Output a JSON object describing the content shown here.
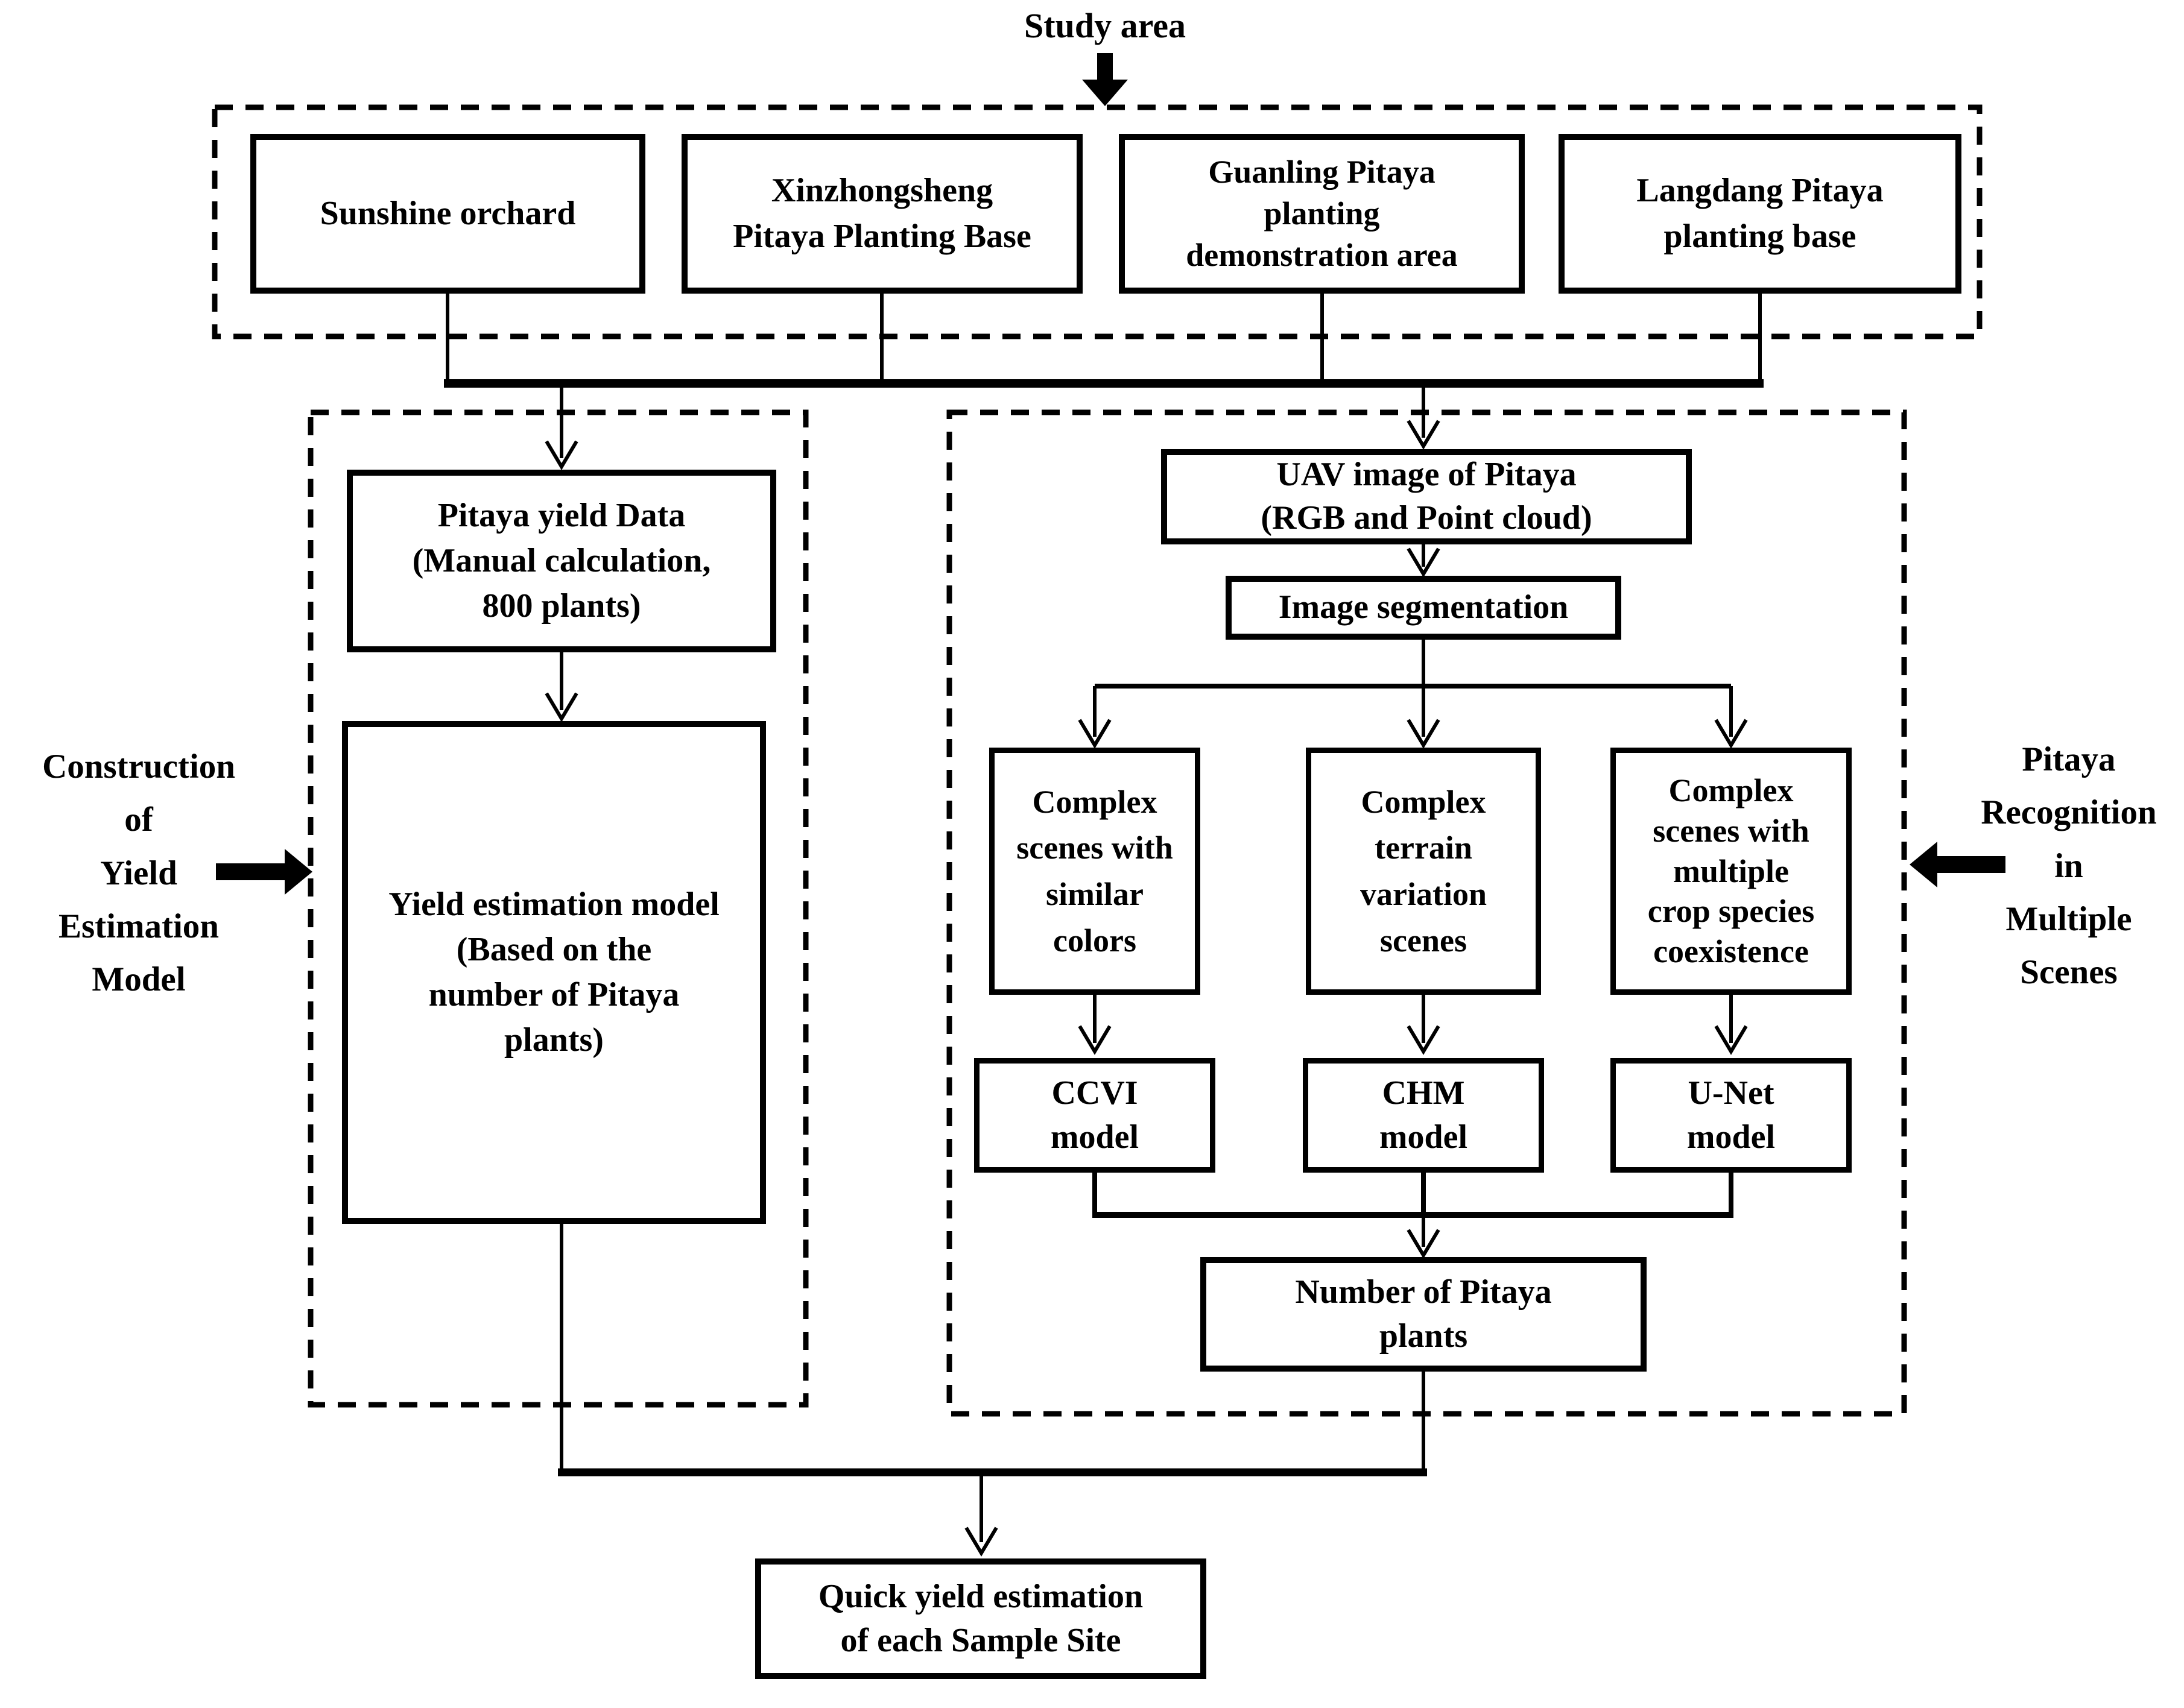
{
  "title": "Study area",
  "side_labels": {
    "left": "Construction\nof\nYield\nEstimation\nModel",
    "right": "Pitaya\nRecognition\nin\nMultiple\nScenes"
  },
  "study_area_boxes": [
    {
      "label": "Sunshine orchard"
    },
    {
      "label": "Xinzhongsheng\nPitaya Planting Base"
    },
    {
      "label": "Guanling Pitaya\nplanting\ndemonstration area"
    },
    {
      "label": "Langdang Pitaya\nplanting base"
    }
  ],
  "left_branch": {
    "data_box": "Pitaya yield Data\n(Manual calculation,\n800 plants)",
    "model_box": "Yield estimation model\n(Based on the\nnumber of Pitaya\nplants)"
  },
  "right_branch": {
    "uav_box": "UAV image of Pitaya\n(RGB and Point cloud)",
    "segmentation_box": "Image segmentation",
    "scene_boxes": [
      {
        "label": "Complex\nscenes with\nsimilar\ncolors"
      },
      {
        "label": "Complex\nterrain\nvariation\nscenes"
      },
      {
        "label": "Complex\nscenes with\nmultiple\ncrop species\ncoexistence"
      }
    ],
    "model_boxes": [
      {
        "label": "CCVI\nmodel"
      },
      {
        "label": "CHM\nmodel"
      },
      {
        "label": "U-Net\nmodel"
      }
    ],
    "count_box": "Number of Pitaya\nplants"
  },
  "output_box": "Quick yield estimation\nof each Sample Site",
  "colors": {
    "ink": "#000000",
    "background": "#ffffff"
  }
}
